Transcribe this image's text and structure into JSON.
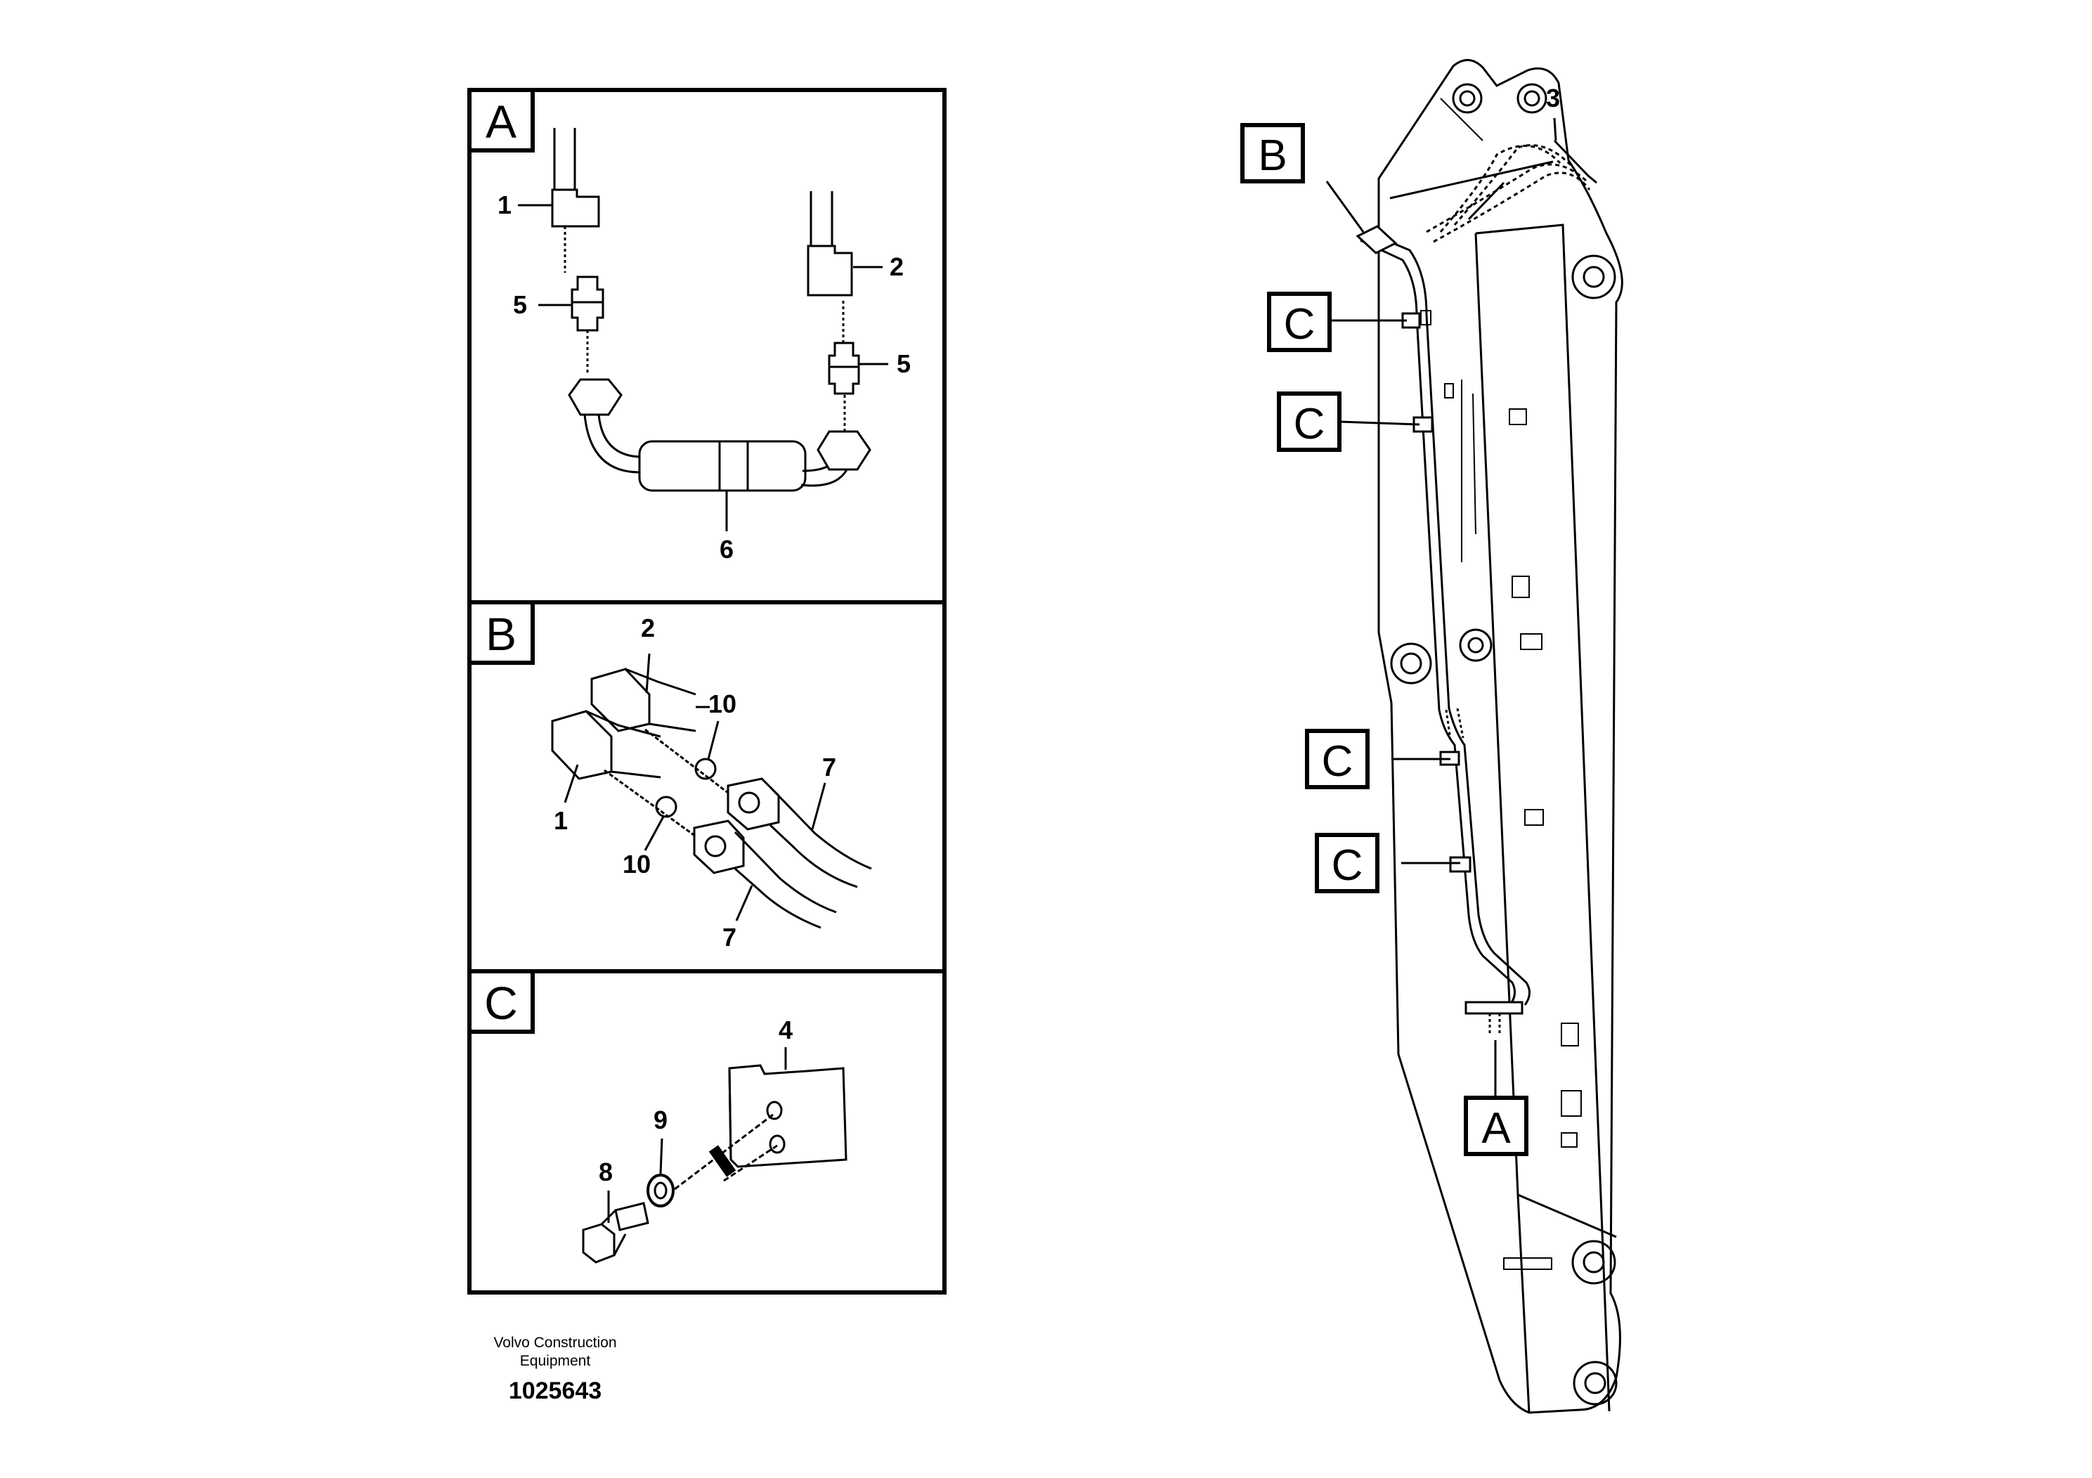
{
  "panels": [
    {
      "id": "A",
      "letter": "A",
      "callouts": [
        "1",
        "2",
        "5",
        "5",
        "6"
      ]
    },
    {
      "id": "B",
      "letter": "B",
      "callouts": [
        "2",
        "10",
        "7",
        "1",
        "10",
        "7"
      ]
    },
    {
      "id": "C",
      "letter": "C",
      "callouts": [
        "4",
        "9",
        "8"
      ]
    }
  ],
  "overview": {
    "callout_3": "3",
    "marker_B": "B",
    "markers_C": [
      "C",
      "C",
      "C",
      "C"
    ],
    "marker_A": "A"
  },
  "footer": {
    "company_line1": "Volvo Construction",
    "company_line2": "Equipment",
    "drawing_number": "1025643"
  }
}
